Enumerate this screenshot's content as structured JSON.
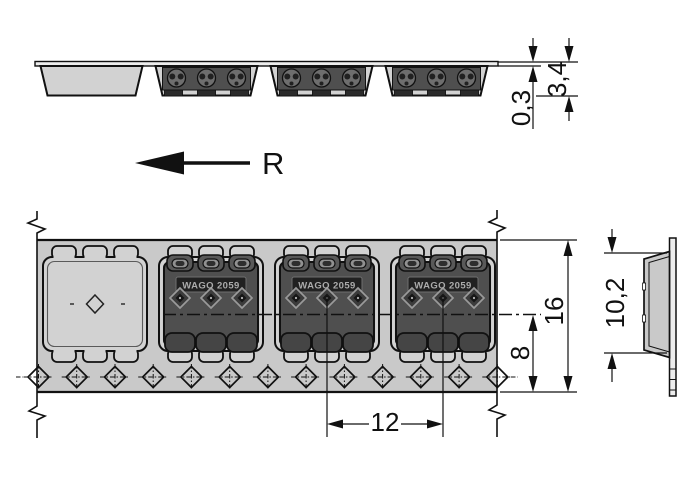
{
  "drawing": {
    "direction_arrow": {
      "label": "R"
    },
    "component": {
      "marking": "WAGO 2059"
    },
    "dimensions": {
      "tape_thickness": "0,3",
      "pocket_depth": "3,4",
      "tape_width": "16",
      "centerline_to_edge": "8",
      "pocket_pitch": "12",
      "pocket_length": "10,2"
    },
    "colors": {
      "background": "#ffffff",
      "tape": "#c9c9c9",
      "pocket": "#d2d2d2",
      "component_body": "#4f4f4f",
      "component_dark": "#212121",
      "line": "#111111"
    }
  }
}
